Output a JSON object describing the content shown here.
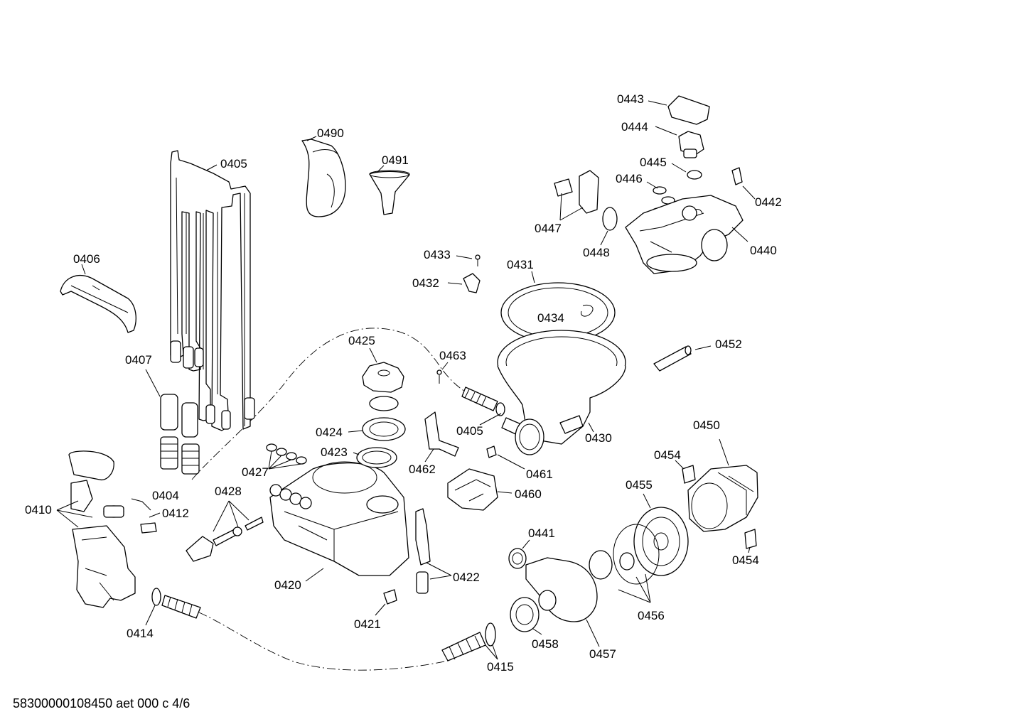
{
  "footer": {
    "document_ref": "58300000108450 aet 000 c 4/6"
  },
  "labels": {
    "p0405a": "0405",
    "p0490": "0490",
    "p0491": "0491",
    "p0406": "0406",
    "p0407": "0407",
    "p0404": "0404",
    "p0410": "0410",
    "p0412": "0412",
    "p0428": "0428",
    "p0427": "0427",
    "p0414": "0414",
    "p0420": "0420",
    "p0421": "0421",
    "p0415": "0415",
    "p0425": "0425",
    "p0424": "0424",
    "p0423": "0423",
    "p0462": "0462",
    "p0422": "0422",
    "p0463": "0463",
    "p0405b": "0405",
    "p0433": "0433",
    "p0432": "0432",
    "p0431": "0431",
    "p0434": "0434",
    "p0430": "0430",
    "p0461": "0461",
    "p0460": "0460",
    "p0443": "0443",
    "p0444": "0444",
    "p0445": "0445",
    "p0446": "0446",
    "p0442": "0442",
    "p0447": "0447",
    "p0448": "0448",
    "p0440": "0440",
    "p0452": "0452",
    "p0450": "0450",
    "p0454a": "0454",
    "p0455": "0455",
    "p0454b": "0454",
    "p0441": "0441",
    "p0456": "0456",
    "p0458": "0458",
    "p0457": "0457"
  }
}
